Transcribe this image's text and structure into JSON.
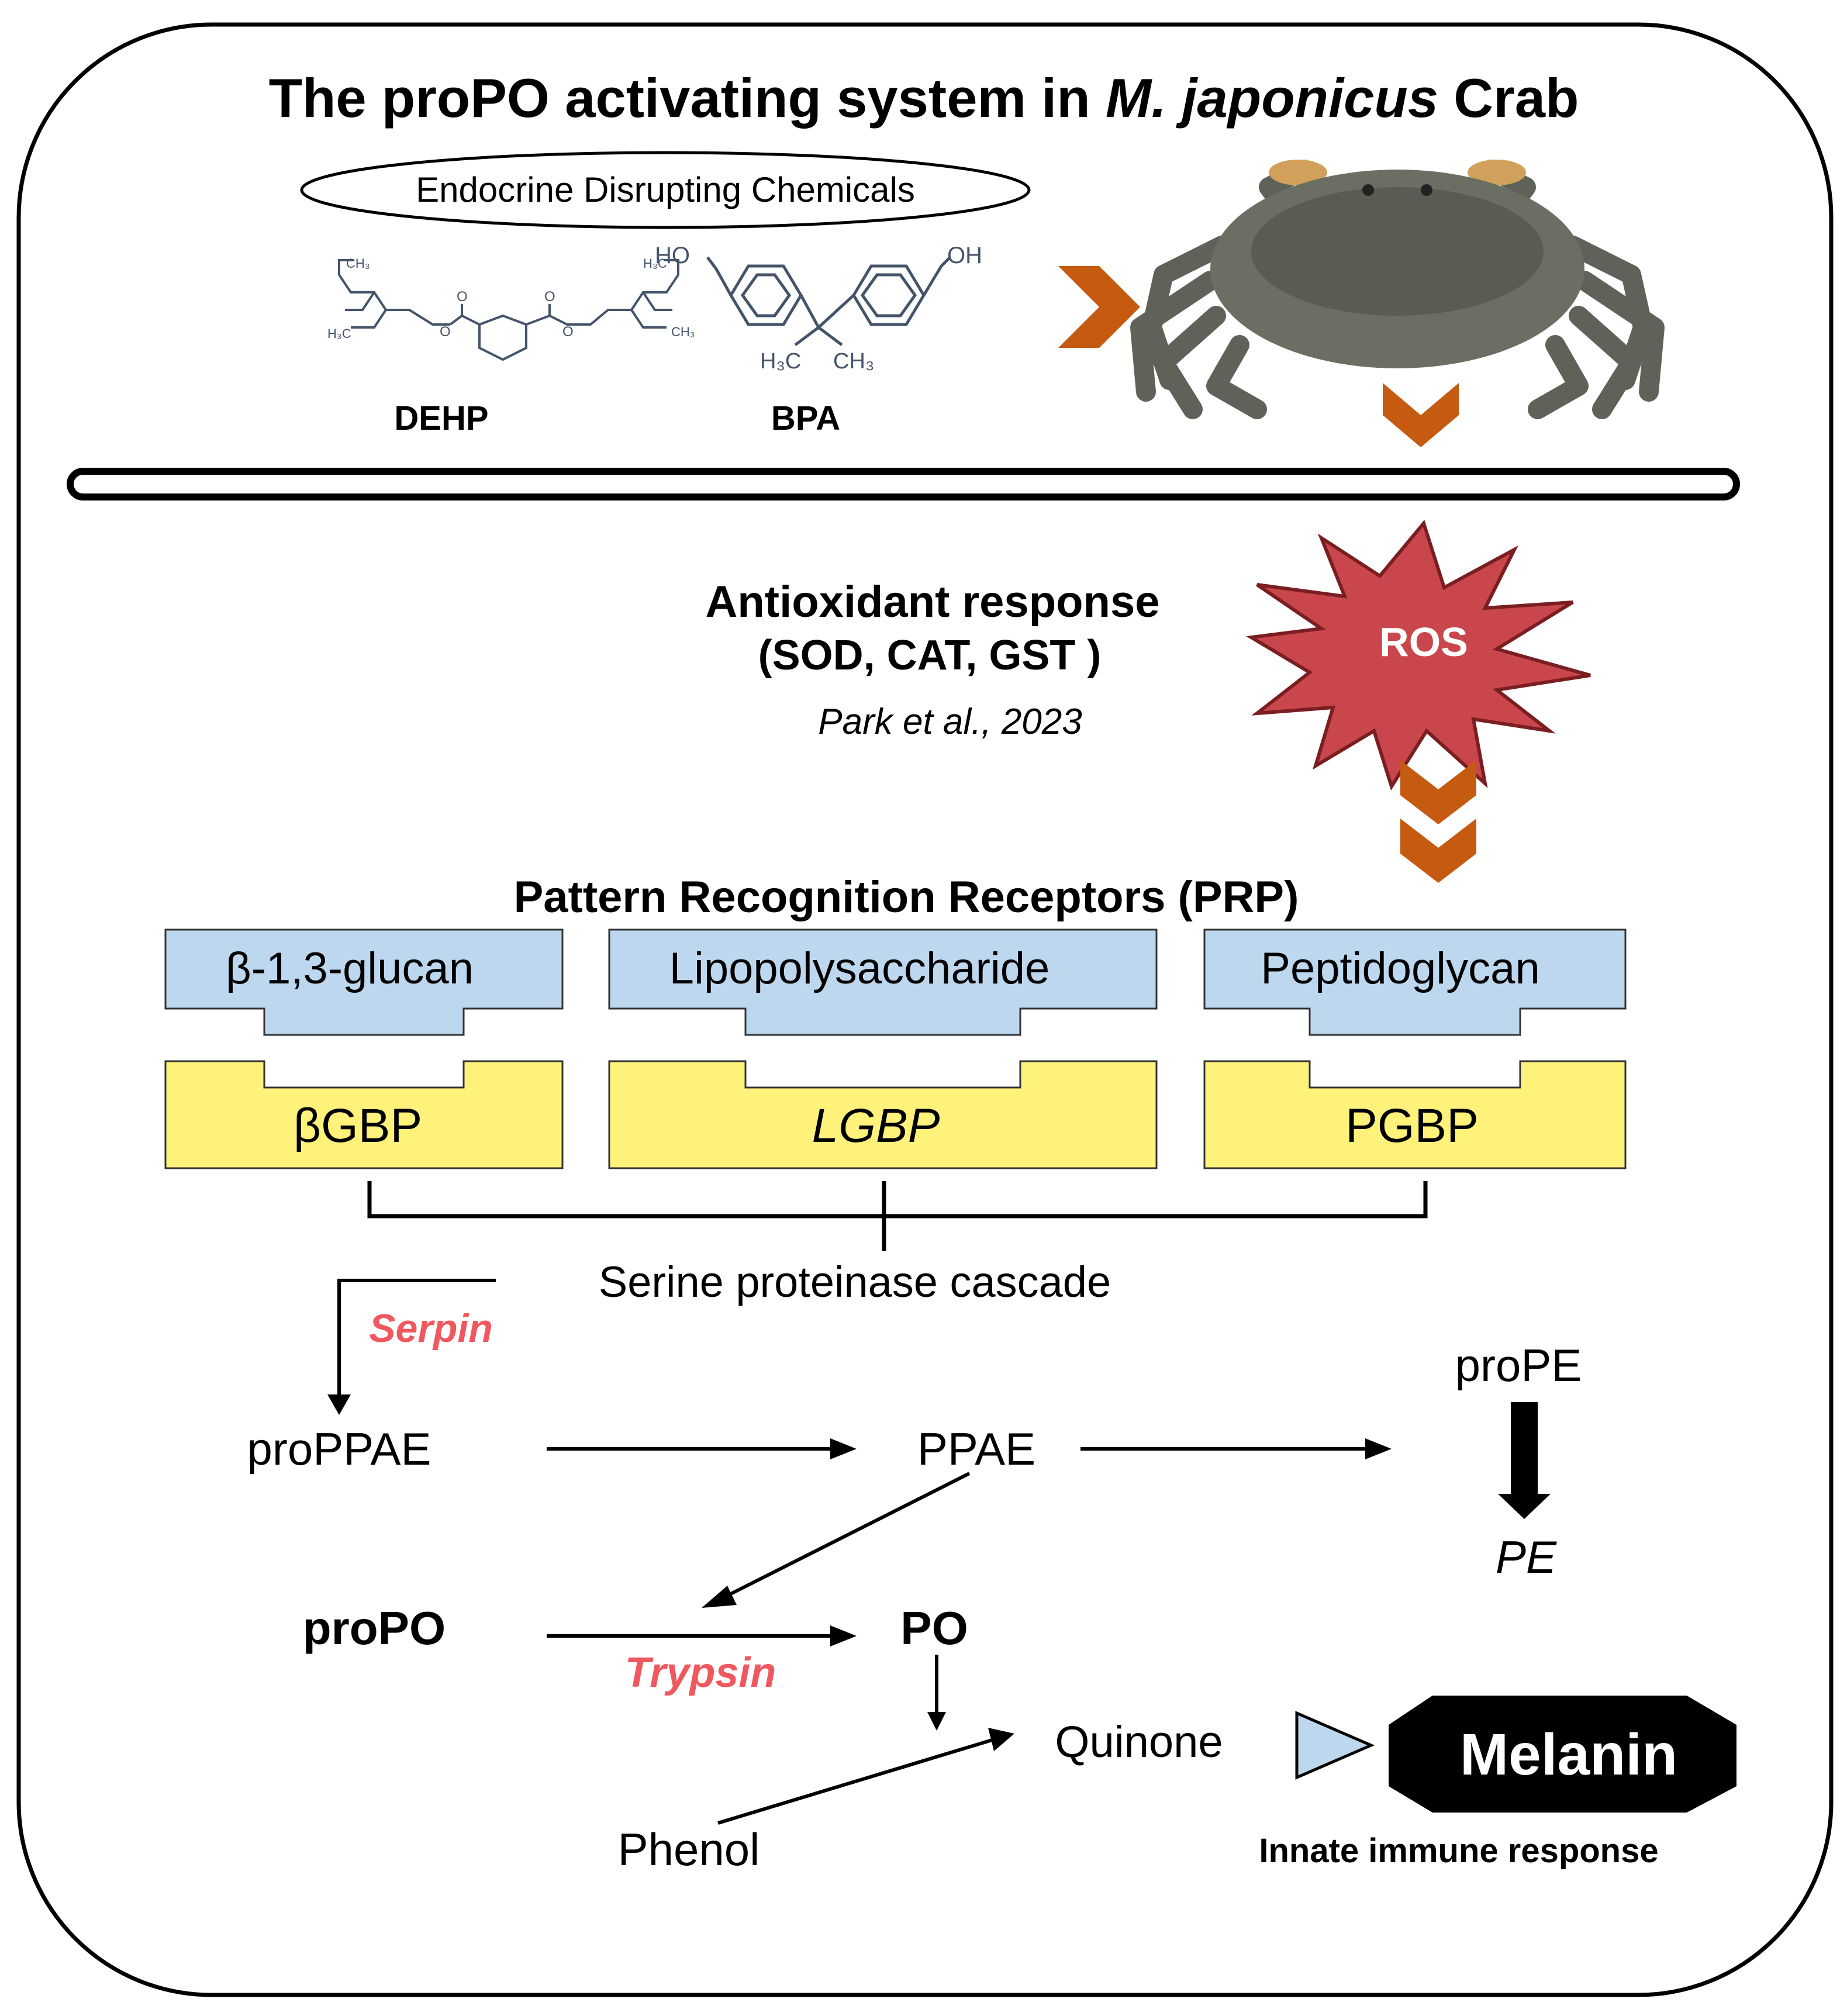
{
  "title": {
    "prefix": "The proPO activating system in ",
    "species": "M. japonicus",
    "suffix": " Crab"
  },
  "edc": {
    "label": "Endocrine  Disrupting  Chemicals",
    "dehp": {
      "name": "DEHP",
      "atoms": {
        "ch3_a": "CH₃",
        "h3c_a": "H₃C",
        "ch3_b": "CH₃",
        "h3c_b": "H₃C",
        "o1": "O",
        "o2": "O",
        "o3": "O",
        "o4": "O"
      }
    },
    "bpa": {
      "name": "BPA",
      "atoms": {
        "ho": "HO",
        "oh": "OH",
        "h3c": "H₃C",
        "ch3": "CH₃"
      }
    }
  },
  "ros": {
    "label": "ROS"
  },
  "antioxidant": {
    "heading": "Antioxidant  response",
    "enzymes": "(SOD, CAT, GST )",
    "citation": "Park et al., 2023"
  },
  "prp": {
    "heading": "Pattern  Recognition  Receptors  (PRP)",
    "ligands": [
      "β-1,3-glucan",
      "Lipopolysaccharide",
      "Peptidoglycan"
    ],
    "receptors": [
      "βGBP",
      "LGBP",
      "PGBP"
    ]
  },
  "cascade": {
    "label": "Serine  proteinase  cascade",
    "inhibitor": "Serpin"
  },
  "nodes": {
    "proppae": "proPPAE",
    "ppae": "PPAE",
    "prope": "proPE",
    "pe": "PE",
    "propo": "proPO",
    "po": "PO",
    "trypsin": "Trypsin",
    "quinone": "Quinone",
    "phenol": "Phenol",
    "melanin": "Melanin",
    "response": "Innate  immune  response"
  },
  "colors": {
    "arrow_orange": "#C55A11",
    "ros_fill": "#C9474C",
    "ligand_fill": "#BDD7EE",
    "receptor_fill": "#FFF27A",
    "highlight_red": "#F0585F",
    "chem_blue": "#44546A",
    "crab_body": "#6B6F63",
    "triangle_fill": "#BDD7EE"
  }
}
